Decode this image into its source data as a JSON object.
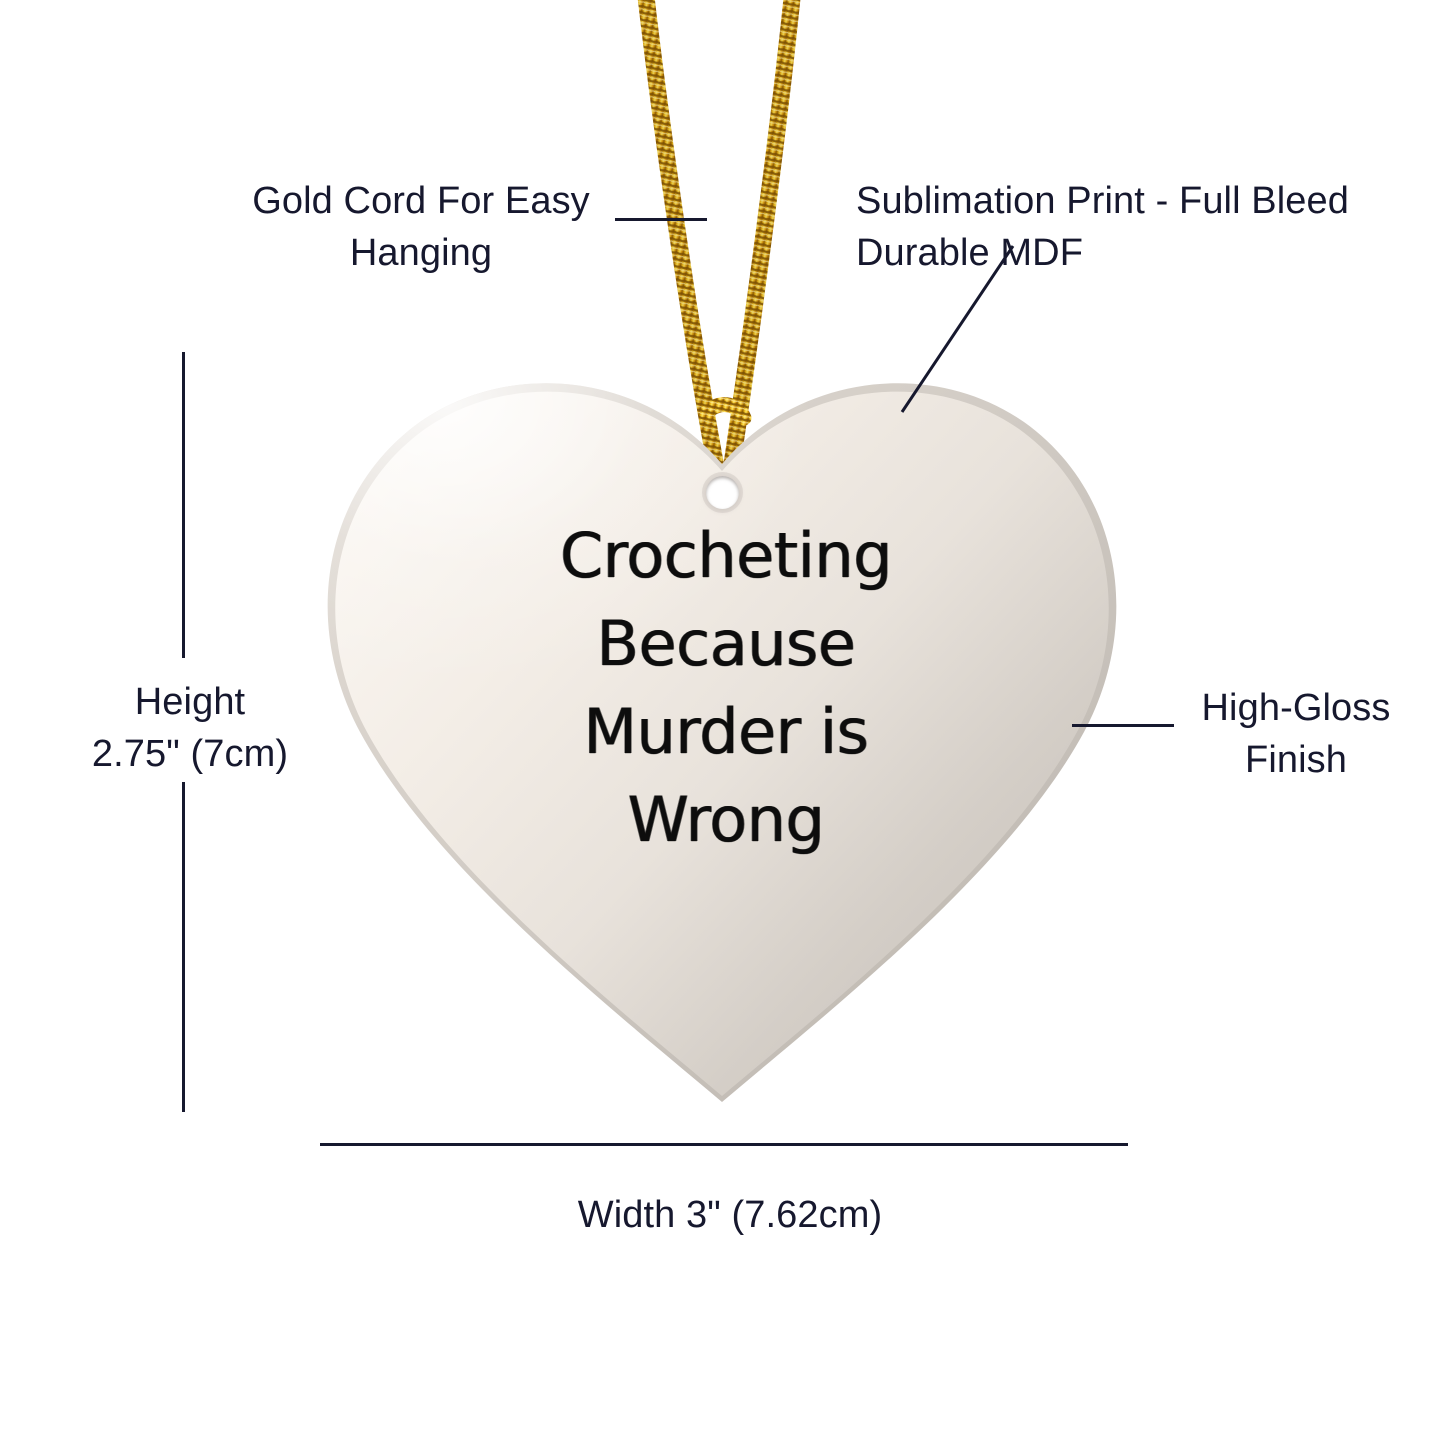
{
  "page": {
    "background_color": "#ffffff",
    "ink_color": "#16182e",
    "product_type": "heart-shaped MDF hanging ornament"
  },
  "annotations": [
    {
      "id": "gold-cord",
      "text": "Gold Cord For Easy\nHanging"
    },
    {
      "id": "sublimation",
      "text": "Sublimation Print - Full Bleed\nDurable MDF"
    },
    {
      "id": "high-gloss",
      "text": "High-Gloss\nFinish"
    }
  ],
  "labels": {
    "gold_cord": "Gold Cord For Easy\nHanging",
    "sublimation": "Sublimation Print - Full Bleed\nDurable MDF",
    "high_gloss": "High-Gloss\nFinish"
  },
  "dimensions": {
    "height_label": "Height\n2.75\" (7cm)",
    "height_value": "2.75\"",
    "height_metric": "7cm",
    "width_label": "Width 3\" (7.62cm)",
    "width_value": "3\"",
    "width_metric": "7.62cm"
  },
  "ornament": {
    "printed_text": "Crocheting\nBecause\nMurder is\nWrong",
    "lines": [
      "Crocheting",
      "Because",
      "Murder is",
      "Wrong"
    ],
    "face_color_light": "#f4efe9",
    "face_color_shadow": "#c9c3bc",
    "print_color": "#0d0d0d",
    "hole": "hanging-hole",
    "cord_color_light": "#ffe14d",
    "cord_color_mid": "#e8a81a",
    "cord_color_dark": "#8a5a05"
  }
}
